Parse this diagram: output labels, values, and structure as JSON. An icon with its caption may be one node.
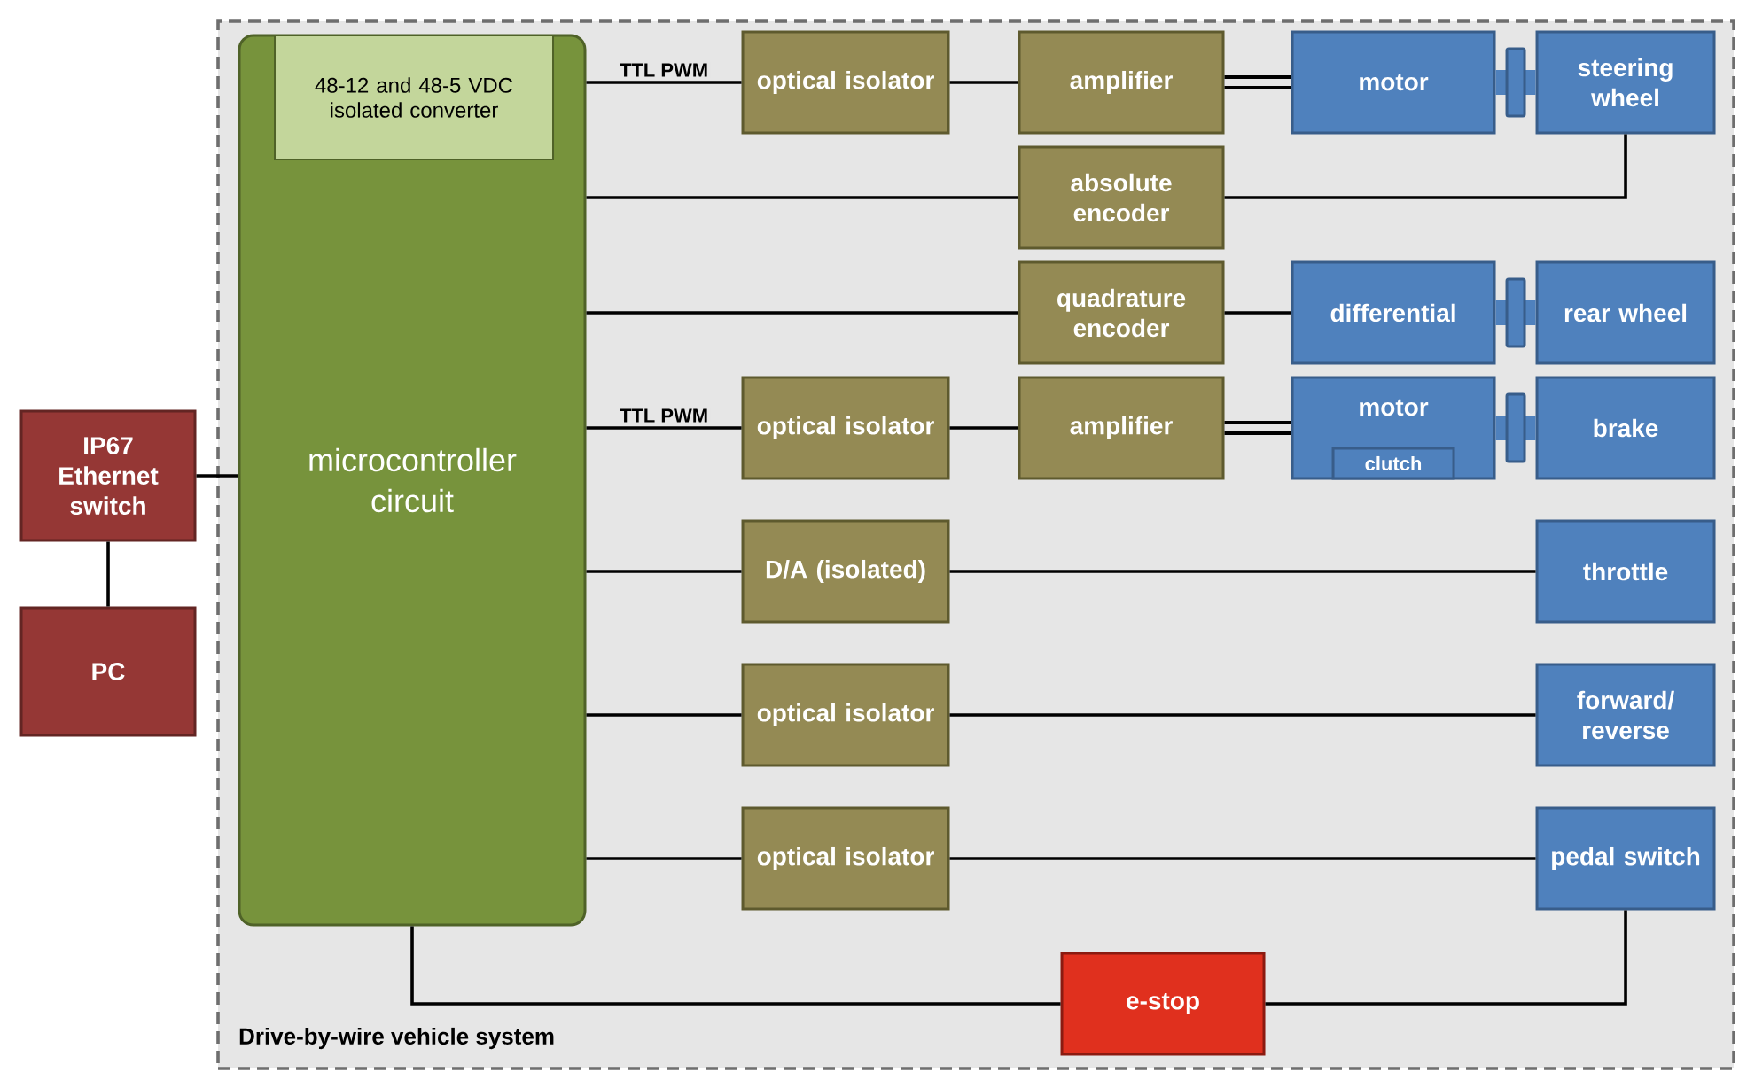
{
  "diagram": {
    "nodes": [
      {
        "text": [
          "Drive-by-wire vehicle system"
        ]
      },
      {
        "text": [
          "microcontroller circuit"
        ],
        "in": 0
      },
      {
        "text": [
          "48-12 and 48-5 VDC isolated converter"
        ],
        "in": 1
      },
      {
        "text": [
          "IP67 Ethernet switch"
        ]
      },
      {
        "text": [
          "PC"
        ]
      },
      {
        "text": [
          "optical isolator"
        ],
        "in": 0
      },
      {
        "text": [
          "amplifier"
        ],
        "in": 0
      },
      {
        "text": [
          "motor"
        ],
        "in": 0
      },
      {
        "text": [
          "steering wheel"
        ],
        "in": 0
      },
      {
        "text": [
          "absolute encoder"
        ],
        "in": 0
      },
      {
        "text": [
          "quadrature encoder"
        ],
        "in": 0
      },
      {
        "text": [
          "differential"
        ],
        "in": 0
      },
      {
        "text": [
          "rear wheel"
        ],
        "in": 0
      },
      {
        "text": [
          "optical isolator"
        ],
        "in": 0
      },
      {
        "text": [
          "amplifier"
        ],
        "in": 0
      },
      {
        "text": [
          "motor"
        ],
        "in": 0
      },
      {
        "text": [
          "clutch"
        ],
        "in": 15
      },
      {
        "text": [
          "brake"
        ],
        "in": 0
      },
      {
        "text": [
          "D/A (isolated)"
        ],
        "in": 0
      },
      {
        "text": [
          "throttle"
        ],
        "in": 0
      },
      {
        "text": [
          "optical isolator"
        ],
        "in": 0
      },
      {
        "text": [
          "forward/ reverse"
        ],
        "in": 0
      },
      {
        "text": [
          "optical isolator"
        ],
        "in": 0
      },
      {
        "text": [
          "pedal switch"
        ],
        "in": 0
      },
      {
        "text": [
          "e-stop"
        ],
        "in": 0
      }
    ],
    "edges": [
      {
        "from": 3,
        "to": 1,
        "arrow": "none"
      },
      {
        "from": 3,
        "to": 4,
        "arrow": "none"
      },
      {
        "from": 1,
        "to": 5,
        "arrow": "none",
        "label": "TTL PWM"
      },
      {
        "from": 5,
        "to": 6,
        "arrow": "none"
      },
      {
        "from": 6,
        "to": 7,
        "arrow": "none",
        "style": "thick"
      },
      {
        "from": 7,
        "to": 8,
        "arrow": "none",
        "style": "thick",
        "color": "#4f81bd"
      },
      {
        "from": 1,
        "to": 9,
        "arrow": "none"
      },
      {
        "from": 8,
        "to": 9,
        "arrow": "none"
      },
      {
        "from": 1,
        "to": 10,
        "arrow": "none"
      },
      {
        "from": 10,
        "to": 11,
        "arrow": "none"
      },
      {
        "from": 11,
        "to": 12,
        "arrow": "none",
        "style": "thick",
        "color": "#4f81bd"
      },
      {
        "from": 1,
        "to": 13,
        "arrow": "none",
        "label": "TTL PWM"
      },
      {
        "from": 13,
        "to": 14,
        "arrow": "none"
      },
      {
        "from": 14,
        "to": 15,
        "arrow": "none",
        "style": "thick"
      },
      {
        "from": 15,
        "to": 17,
        "arrow": "none",
        "style": "thick",
        "color": "#4f81bd"
      },
      {
        "from": 1,
        "to": 18,
        "arrow": "none"
      },
      {
        "from": 18,
        "to": 19,
        "arrow": "none"
      },
      {
        "from": 1,
        "to": 20,
        "arrow": "none"
      },
      {
        "from": 20,
        "to": 21,
        "arrow": "none"
      },
      {
        "from": 1,
        "to": 22,
        "arrow": "none"
      },
      {
        "from": 22,
        "to": 23,
        "arrow": "none"
      },
      {
        "from": 1,
        "to": 24,
        "arrow": "none"
      },
      {
        "from": 24,
        "to": 23,
        "arrow": "none"
      }
    ]
  }
}
